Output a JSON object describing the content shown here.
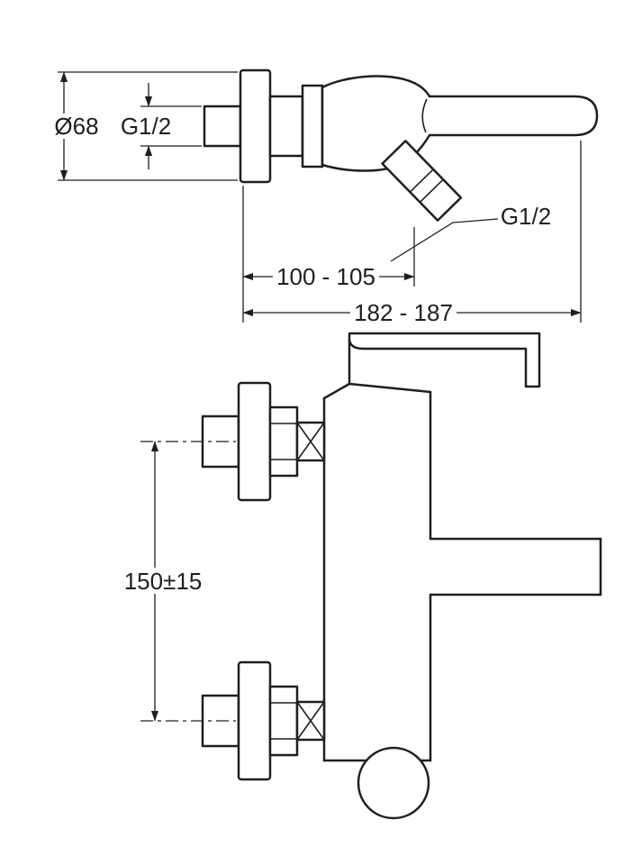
{
  "page": {
    "background": "#ffffff",
    "ink_color": "#1f1f1f",
    "description_labels": {
      "top_view": {
        "flange_diameter": "Ø68",
        "inlet_thread": "G1/2",
        "wall_to_spout": "100 - 105",
        "wall_to_lever_end": "182 - 187",
        "spout_outlet_thread": "G1/2"
      },
      "side_view": {
        "inlet_center_distance": "150±15"
      }
    }
  }
}
